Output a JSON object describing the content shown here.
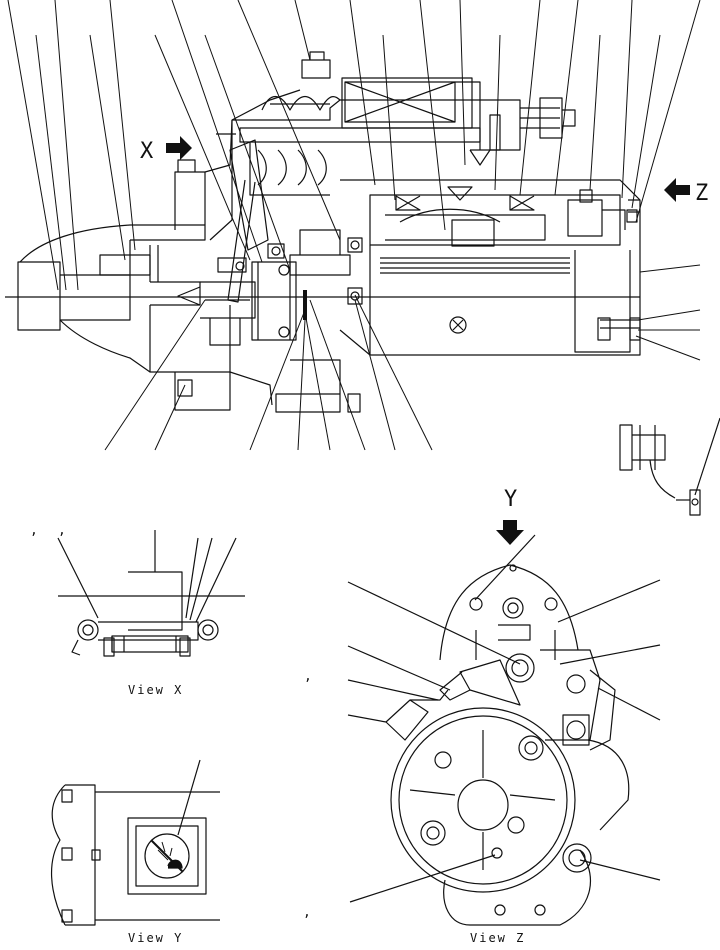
{
  "labels": {
    "arrow_x": "X",
    "arrow_z": "Z",
    "arrow_y": "Y",
    "view_x": "View X",
    "view_y": "View Y",
    "view_z": "View Z",
    "comma_1": ",",
    "comma_2": ",",
    "comma_3": ",",
    "comma_4": ","
  },
  "colors": {
    "line": "#111111",
    "paper": "#ffffff"
  },
  "icons": [
    "right-arrow-icon",
    "left-arrow-icon",
    "down-arrow-icon",
    "no-water-spray-icon"
  ]
}
